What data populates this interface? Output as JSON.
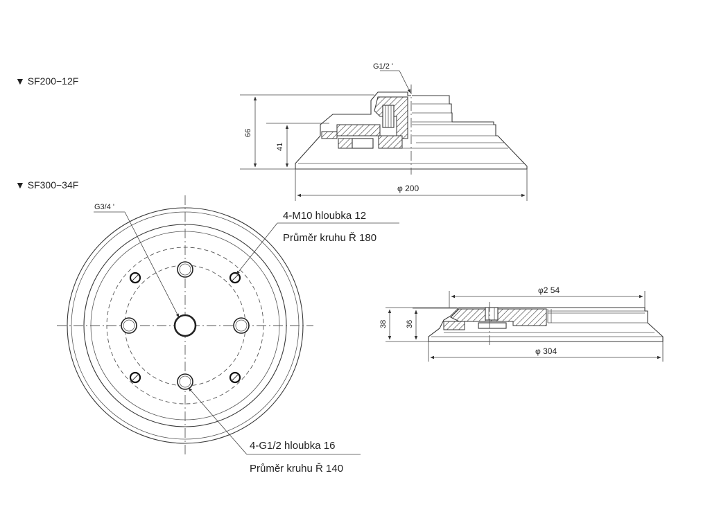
{
  "labels": {
    "sf200_title": "▼ SF200−12F",
    "sf300_title": "▼ SF300−34F",
    "sf200_port": "G1/2 '",
    "sf200_height_total": "66",
    "sf200_height_body": "41",
    "sf200_diameter": "φ 200",
    "sf300_port": "G3/4 '",
    "holes_m10_line1": "4-M10 hloubka 12",
    "holes_m10_line2": "Průměr kruhu Ř 180",
    "holes_g12_line1": "4-G1/2 hloubka 16",
    "holes_g12_line2": "Průměr kruhu Ř 140",
    "sf300_height_total": "38",
    "sf300_height_body": "36",
    "sf300_top_diameter": "φ2 54",
    "sf300_bottom_diameter": "φ 304"
  }
}
